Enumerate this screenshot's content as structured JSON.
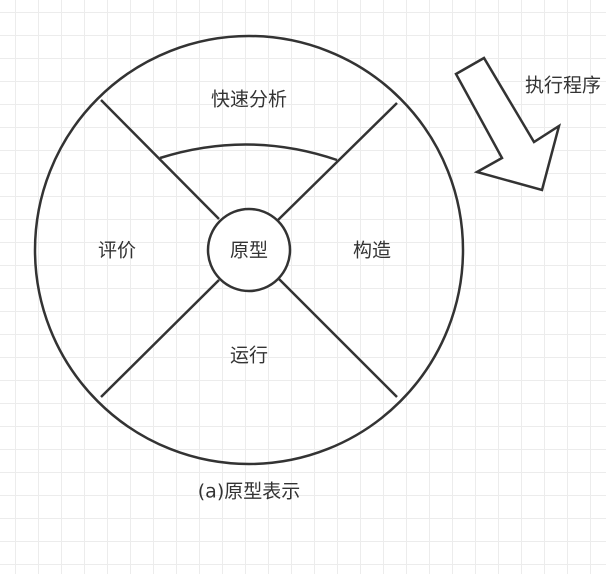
{
  "diagram": {
    "sectors": {
      "top": "快速分析",
      "right": "构造",
      "bottom": "运行",
      "left": "评价"
    },
    "center": "原型",
    "arrow_label": "执行程序",
    "caption": "(a)原型表示"
  },
  "colors": {
    "stroke": "#333333",
    "background": "#ffffff",
    "grid": "#ececec",
    "text": "#333333"
  },
  "icons": {
    "direction": "arrow-down-right-icon"
  }
}
